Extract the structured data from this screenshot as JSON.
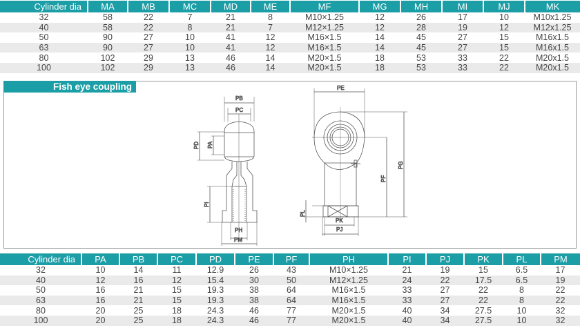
{
  "table_m": {
    "headers": [
      "Cylinder dia",
      "MA",
      "MB",
      "MC",
      "MD",
      "ME",
      "MF",
      "MG",
      "MH",
      "MI",
      "MJ",
      "MK"
    ],
    "rows": [
      [
        "32",
        "58",
        "22",
        "7",
        "21",
        "8",
        "M10×1.25",
        "12",
        "26",
        "17",
        "10",
        "M10x1.25"
      ],
      [
        "40",
        "58",
        "22",
        "8",
        "21",
        "7",
        "M12×1.25",
        "12",
        "28",
        "19",
        "12",
        "M12x1.25"
      ],
      [
        "50",
        "90",
        "27",
        "10",
        "41",
        "12",
        "M16×1.5",
        "14",
        "45",
        "27",
        "15",
        "M16x1.5"
      ],
      [
        "63",
        "90",
        "27",
        "10",
        "41",
        "12",
        "M16×1.5",
        "14",
        "45",
        "27",
        "15",
        "M16x1.5"
      ],
      [
        "80",
        "102",
        "29",
        "13",
        "46",
        "14",
        "M20×1.5",
        "18",
        "53",
        "33",
        "22",
        "M20x1.5"
      ],
      [
        "100",
        "102",
        "29",
        "13",
        "46",
        "14",
        "M20×1.5",
        "18",
        "53",
        "33",
        "22",
        "M20x1.5"
      ]
    ]
  },
  "section": {
    "title": "Fish eye coupling",
    "labels": {
      "pb": "PB",
      "pc": "PC",
      "pd": "PD",
      "pa": "PA",
      "pi": "PI",
      "ph": "PH",
      "pm": "PM",
      "pe": "PE",
      "pg": "PG",
      "pf": "PF",
      "pl": "PL",
      "pk": "PK",
      "pj": "PJ"
    }
  },
  "table_p": {
    "headers": [
      "Cylinder dia",
      "PA",
      "PB",
      "PC",
      "PD",
      "PE",
      "PF",
      "PH",
      "PI",
      "PJ",
      "PK",
      "PL",
      "PM"
    ],
    "rows": [
      [
        "32",
        "10",
        "14",
        "11",
        "12.9",
        "26",
        "43",
        "M10×1.25",
        "21",
        "19",
        "15",
        "6.5",
        "17"
      ],
      [
        "40",
        "12",
        "16",
        "12",
        "15.4",
        "30",
        "50",
        "M12×1.25",
        "24",
        "22",
        "17.5",
        "6.5",
        "19"
      ],
      [
        "50",
        "16",
        "21",
        "15",
        "19.3",
        "38",
        "64",
        "M16×1.5",
        "33",
        "27",
        "22",
        "8",
        "22"
      ],
      [
        "63",
        "16",
        "21",
        "15",
        "19.3",
        "38",
        "64",
        "M16×1.5",
        "33",
        "27",
        "22",
        "8",
        "22"
      ],
      [
        "80",
        "20",
        "25",
        "18",
        "24.3",
        "46",
        "77",
        "M20×1.5",
        "40",
        "34",
        "27.5",
        "10",
        "32"
      ],
      [
        "100",
        "20",
        "25",
        "18",
        "24.3",
        "46",
        "77",
        "M20×1.5",
        "40",
        "34",
        "27.5",
        "10",
        "32"
      ]
    ]
  }
}
